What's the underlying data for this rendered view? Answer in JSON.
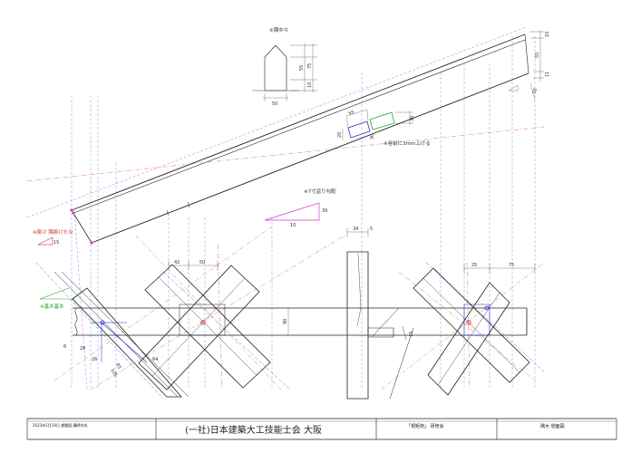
{
  "notes": {
    "section_title": "※隅中々",
    "raise_note": "※谷前に3mm上げる",
    "slope_title": "※7寸返り勾配",
    "hook_note": "※掛け 隅掛けたな",
    "base_note": "※基木基木"
  },
  "dims": {
    "sec_width": "50",
    "sec_h1": "55",
    "sec_h2": "75",
    "sec_h3": "10",
    "rafter_top": "10",
    "rafter_mid": "55",
    "rafter_bot": "11",
    "rafter_a": "16",
    "rafter_b": "15",
    "blue_a": "55",
    "blue_b": "20",
    "blue_c": "30",
    "green_a": "30",
    "slope_rise": "39",
    "slope_run": "10",
    "d42": "42",
    "d50": "50",
    "d34": "34",
    "d5": "5",
    "d25": "25",
    "d75": "75",
    "d90": "90",
    "d15": "15",
    "d6": "6",
    "d28": "28",
    "d26": "26",
    "d64": "64",
    "d85": "85",
    "d105": "105"
  },
  "title_block": {
    "date": "2023年5月19日 課題図 講師作成",
    "organization": "(一社)日本建築大工技能士会 大阪",
    "course": "「規矩術」 研修会",
    "drawing": "隅木 側面図"
  },
  "colors": {
    "line": "#222222",
    "red": "#d02a2a",
    "blue": "#2a2ad0",
    "green": "#2aa02a",
    "magenta": "#d43ad4"
  }
}
